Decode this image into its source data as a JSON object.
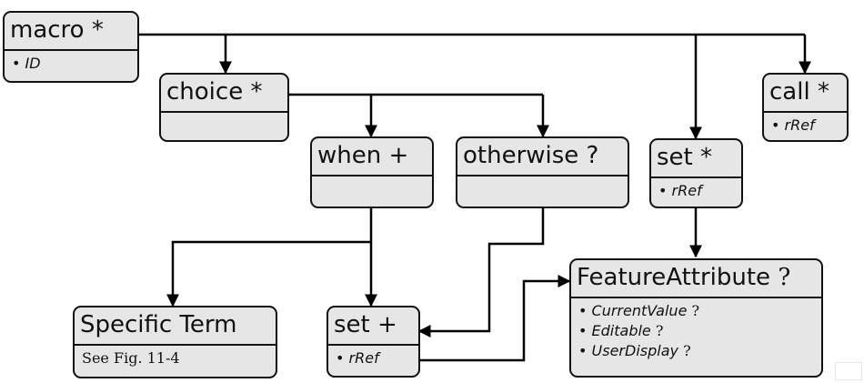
{
  "nodes": {
    "macro": {
      "title": "macro *",
      "attrs": [
        {
          "bullet": "•",
          "name": "ID",
          "card": ""
        }
      ]
    },
    "choice": {
      "title": "choice *",
      "attrs": []
    },
    "when": {
      "title": "when +",
      "attrs": []
    },
    "otherwise": {
      "title": "otherwise ?",
      "attrs": []
    },
    "set_star": {
      "title": "set *",
      "attrs": [
        {
          "bullet": "•",
          "name": "rRef",
          "card": ""
        }
      ]
    },
    "call": {
      "title": "call *",
      "attrs": [
        {
          "bullet": "•",
          "name": "rRef",
          "card": ""
        }
      ]
    },
    "specific_term": {
      "title": "Specific Term",
      "note": "See Fig. 11-4"
    },
    "set_plus": {
      "title": "set +",
      "attrs": [
        {
          "bullet": "•",
          "name": "rRef",
          "card": ""
        }
      ]
    },
    "feature_attribute": {
      "title": "FeatureAttribute",
      "title_card": "?",
      "attrs": [
        {
          "bullet": "•",
          "name": "CurrentValue",
          "card": "?"
        },
        {
          "bullet": "•",
          "name": "Editable",
          "card": "?"
        },
        {
          "bullet": "•",
          "name": "UserDisplay",
          "card": "?"
        }
      ]
    }
  },
  "colors": {
    "node_fill": "#e6e6e6",
    "stroke": "#111111",
    "background": "#ffffff"
  }
}
